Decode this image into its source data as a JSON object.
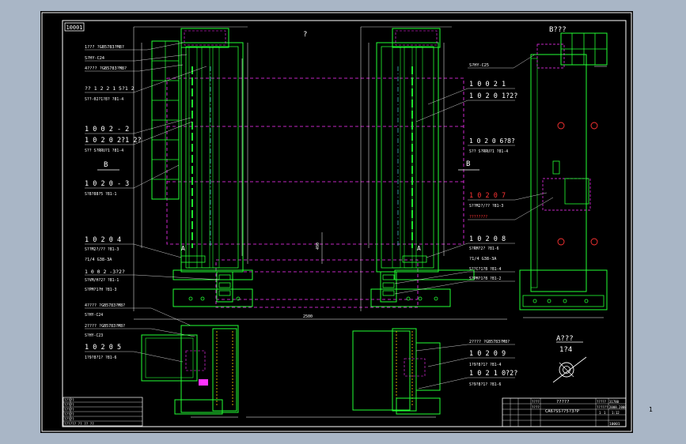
{
  "sheet_id": "10001",
  "view_label_top": "?",
  "view_b_title": "B???",
  "section_a_title": "A???",
  "section_a_scale": "1?4",
  "page_mark": "1",
  "left_view": {
    "section_mark_b": "B",
    "section_mark_a": "A",
    "callouts": [
      {
        "part": "1??? ?GB5783?M8?",
        "label": "S?HY-C24"
      },
      {
        "part": "",
        "label": "S?HY-C24"
      },
      {
        "part": "4???? ?GB5783?M8?",
        "label": ""
      },
      {
        "part": "?? 1 2 2 1 5?1 2",
        "label": "S??-02?1?8? ?81-4"
      },
      {
        "part": "1 0 0 2 - 2",
        "label": ""
      },
      {
        "part": "1 0 2 0 2?1 2?",
        "label": "S?? S?RRU?1 ?81-4"
      },
      {
        "part": "1 0 2 0 - 3",
        "label": "S?8?88?5 ?81-1"
      },
      {
        "part": "1 0 2 0 4",
        "label": "S??M2?/??  ?81-3"
      },
      {
        "part": "?1/4   G38-3A",
        "label": "S?VM/H?2? ?81-1"
      },
      {
        "part": "1 0 0 2 -3?2?",
        "label": "S?PM?1?H ?81-3"
      },
      {
        "part": "4???? ?GB5783?M8?",
        "label": "S?HY-C24"
      },
      {
        "part": "2???? ?GB5783?M8?",
        "label": "S?HY-C23"
      },
      {
        "part": "1 0 2 0 5",
        "label": "1?9?8?1? ?81-6"
      }
    ]
  },
  "right_view": {
    "section_mark_b": "B",
    "section_mark_a": "A",
    "callouts": [
      {
        "part": "S?HY-C25",
        "label": ""
      },
      {
        "part": "1 0 0 2 1",
        "label": ""
      },
      {
        "part": "1 0 2 0 1?2?",
        "label": ""
      },
      {
        "part": "1 0 2 0 6?8?",
        "label": "S?? S?RRU?1 ?81-4"
      },
      {
        "part": "1 0 2 0 7",
        "label": "S??M2?/??  ?81-3"
      },
      {
        "part": "????????",
        "label": ""
      },
      {
        "part": "1 0 2 0 8",
        "label": "S?RM?2? ?81-6"
      },
      {
        "part": "?1/4   G38-3A",
        "label": "S??C?1?8 ?81-4"
      },
      {
        "part": "",
        "label": "S?PM?1?8 ?81-2"
      },
      {
        "part": "2???? ?GB5783?M8?",
        "label": ""
      },
      {
        "part": "1 0 2 0 9",
        "label": "1?9?8?1? ?81-4"
      },
      {
        "part": "1 0 2 1 0?2?",
        "label": "S?9?8?1? ?81-6"
      }
    ]
  },
  "title_block": {
    "title": "?????",
    "subtitle": "CA6?SS?75?3?P",
    "cells": [
      "????",
      "?????",
      "31780",
      "????",
      "??????",
      "2008.2008",
      "1",
      "1",
      "1:12"
    ],
    "drawing_no": "10001"
  },
  "revision_block": {
    "rows": [
      "?????",
      "?????",
      "?????",
      "?????",
      "?????",
      "?????? ?? ?? ??"
    ]
  },
  "colors": {
    "sheet_bg": "#000000",
    "frame": "#ffffff",
    "outline_green": "#22ff33",
    "hidden_magenta": "#ff33ff",
    "centerline_cyan": "#55ffff",
    "hole_red": "#ff3333",
    "text_white": "#ffffff"
  }
}
